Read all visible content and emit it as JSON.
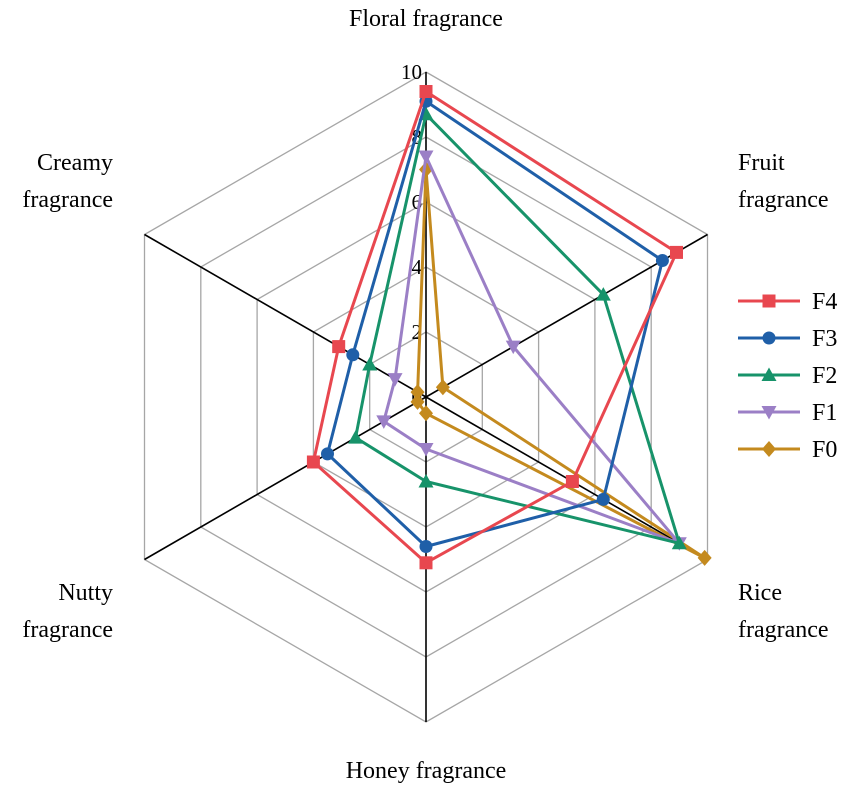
{
  "chart_data": {
    "type": "radar",
    "axes": [
      [
        "Floral fragrance"
      ],
      [
        "Fruit",
        "fragrance"
      ],
      [
        "Rice",
        "fragrance"
      ],
      [
        "Honey fragrance"
      ],
      [
        "Nutty",
        "fragrance"
      ],
      [
        "Creamy",
        "fragrance"
      ]
    ],
    "rlim": [
      0,
      10
    ],
    "ticks": [
      "0",
      "2",
      "4",
      "6",
      "8",
      "10"
    ],
    "grid": true,
    "legend_position": "right",
    "series": [
      {
        "name": "F4",
        "color": "#e8474f",
        "marker": "square",
        "values": [
          9.4,
          8.9,
          5.2,
          5.1,
          4.0,
          3.1
        ]
      },
      {
        "name": "F3",
        "color": "#1f5fa8",
        "marker": "circle",
        "values": [
          9.1,
          8.4,
          6.3,
          4.6,
          3.5,
          2.6
        ]
      },
      {
        "name": "F2",
        "color": "#17936a",
        "marker": "triangle-up",
        "values": [
          8.7,
          6.3,
          9.0,
          2.6,
          2.5,
          2.0
        ]
      },
      {
        "name": "F1",
        "color": "#9b7fc6",
        "marker": "triangle-down",
        "values": [
          7.4,
          3.1,
          9.0,
          1.6,
          1.5,
          1.1
        ]
      },
      {
        "name": "F0",
        "color": "#c48a1e",
        "marker": "diamond",
        "values": [
          7.0,
          0.6,
          9.9,
          0.5,
          0.3,
          0.3
        ]
      }
    ]
  }
}
